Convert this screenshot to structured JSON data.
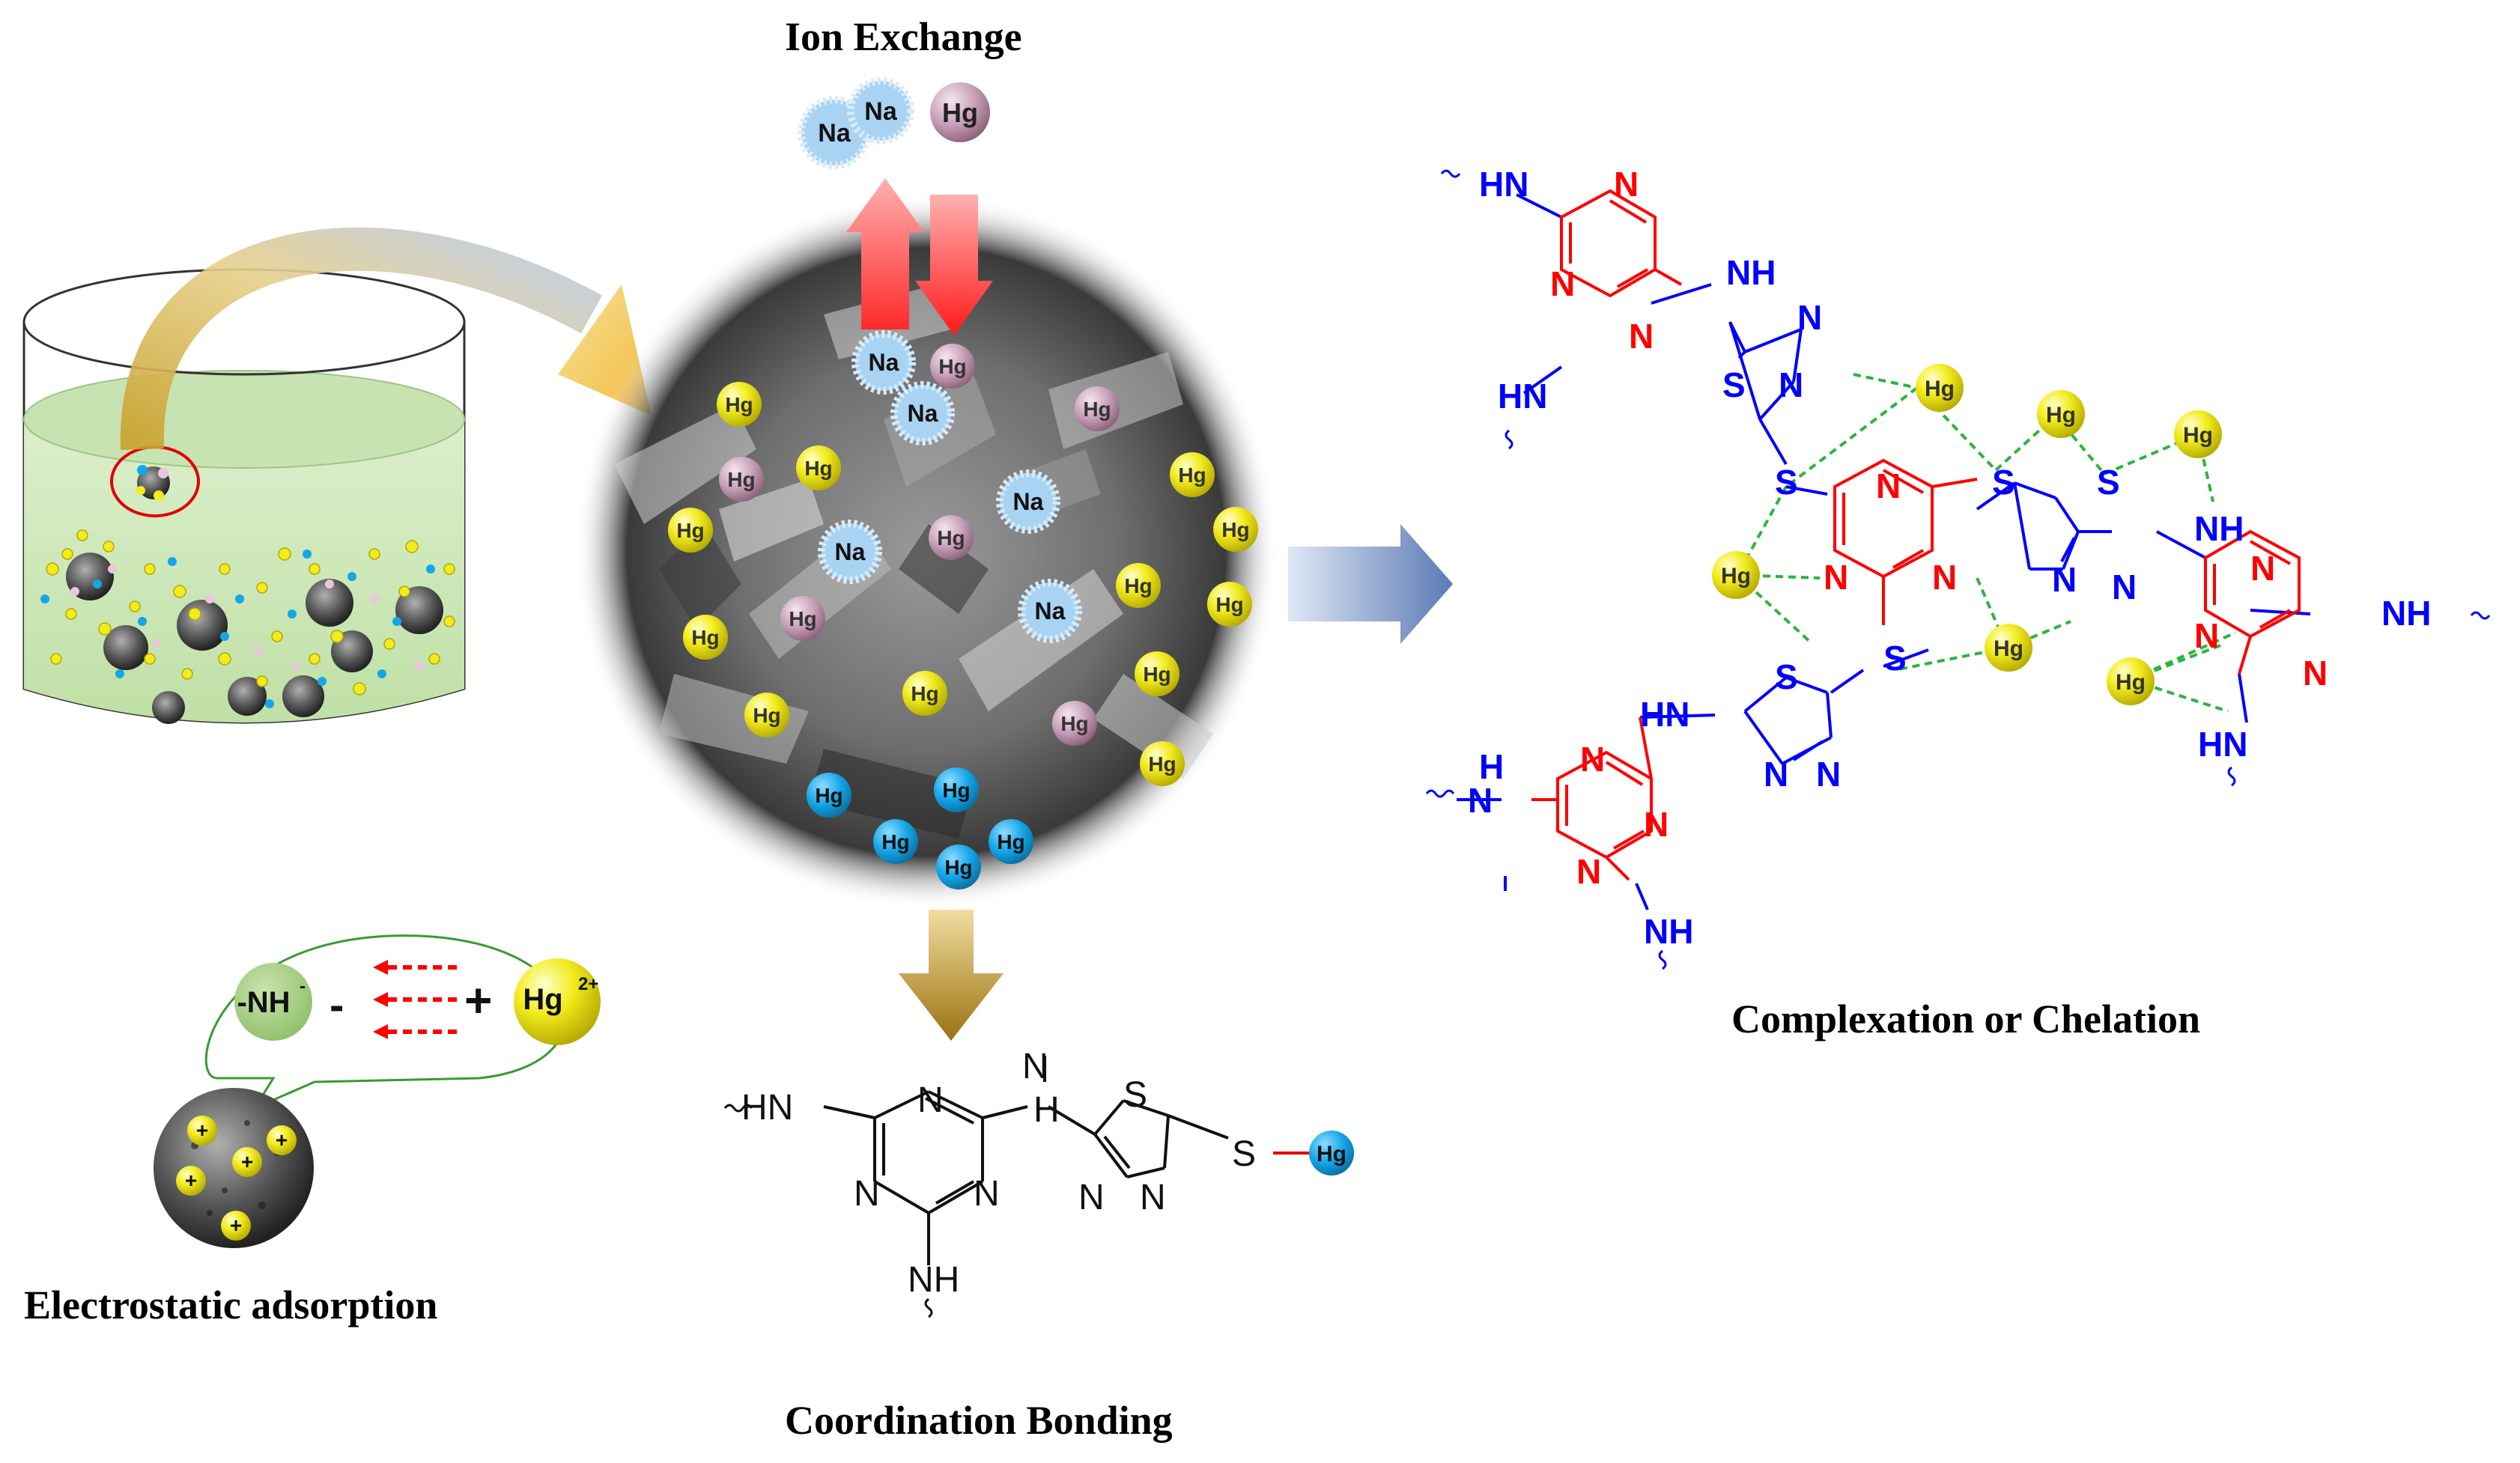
{
  "captions": {
    "ion_exchange": "Ion Exchange",
    "complexation": "Complexation or Chelation",
    "electrostatic": "Electrostatic adsorption",
    "coordination": "Coordination Bonding"
  },
  "ions": {
    "na": "Na",
    "hg": "Hg",
    "hg2plus_base": "Hg",
    "hg2plus_charge": "2+",
    "nh_group": "-NH",
    "nh_charge": "-",
    "minus_sign": "-",
    "plus_sign": "+",
    "positive_charge": "+"
  },
  "atoms": {
    "N": "N",
    "S": "S",
    "NH": "NH",
    "HN": "HN",
    "H": "H",
    "Hg": "Hg"
  },
  "colors": {
    "na_fill": "#a9d3f2",
    "hg_pink": "#c79fb8",
    "hg_yellow": "#f2ec1e",
    "hg_blue": "#13a6e8",
    "ring_red": "#ff0000",
    "ring_blue": "#0000ff",
    "bond_dash": "#2ab53c",
    "solution_green": "#cfe6b8"
  }
}
